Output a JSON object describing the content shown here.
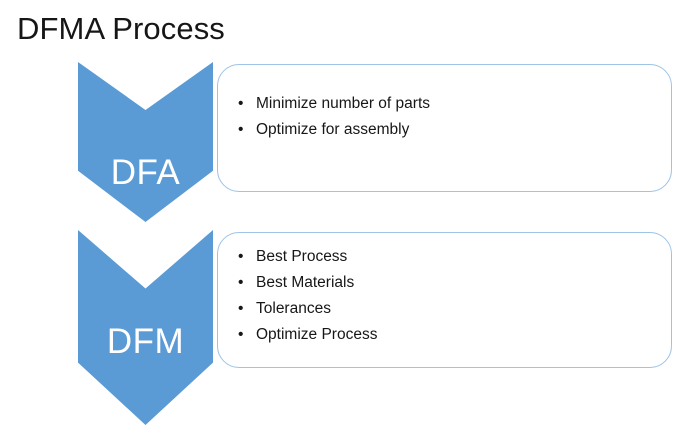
{
  "slide": {
    "title": "DFMA Process",
    "background_color": "#FFFFFF",
    "accent_color": "#5B9BD5",
    "box_border_color": "#9DC3E6",
    "text_color": "#171717",
    "chevron_label_color": "#FFFFFF"
  },
  "steps": [
    {
      "id": "dfa",
      "label": "DFA",
      "bullets": [
        {
          "marker": "•",
          "text": "Minimize number of parts"
        },
        {
          "marker": "•",
          "text": "Optimize for assembly"
        }
      ]
    },
    {
      "id": "dfm",
      "label": "DFM",
      "bullets": [
        {
          "marker": "•",
          "text": "Best Process"
        },
        {
          "marker": "•",
          "text": "Best Materials"
        },
        {
          "marker": "•",
          "text": "Tolerances"
        },
        {
          "marker": "•",
          "text": "Optimize Process"
        }
      ]
    }
  ]
}
